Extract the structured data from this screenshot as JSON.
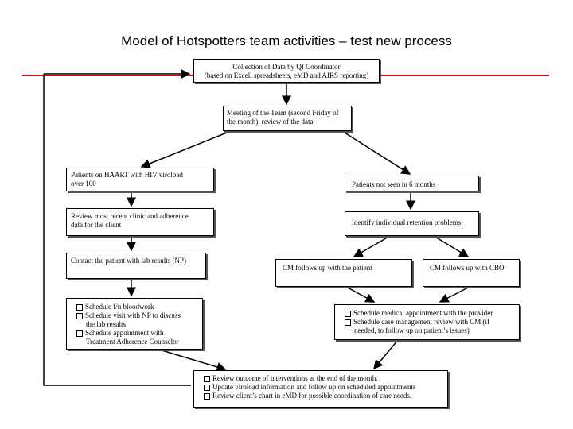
{
  "title": "Model of Hotspotters team activities – test new process",
  "colors": {
    "accent_line": "#c0151b",
    "stroke": "#000000"
  },
  "nodes": {
    "collection": {
      "line1": "Collection of Data by QI Coordinator",
      "line2": "(based on Excell spreadsheets, eMD and AIRS reporting)"
    },
    "meeting": {
      "line1": "Meeting of the Team (second Friday of",
      "line2": "the month), review of the data"
    },
    "haart": {
      "line1": "Patients on HAART with HIV viroload",
      "line2": "over 100"
    },
    "not_seen": {
      "line1": "Patients not seen in 6 months"
    },
    "review_recent": {
      "line1": "Review most recent clinic and adherence",
      "line2": "data for the client"
    },
    "identify": {
      "line1": "Identify individual retention problems"
    },
    "contact": {
      "line1": "Contact the patient with lab results (NP)"
    },
    "cm_patient": {
      "line1": "CM follows up with the patient"
    },
    "cm_cbo": {
      "line1": "CM follows up with CBO"
    },
    "schedule_left": {
      "items": [
        "Schedule f/u bloodwork",
        "Schedule visit with NP to discuss",
        "the lab results",
        "Schedule appointment with",
        "Treatment Adherence Counselor"
      ]
    },
    "schedule_right": {
      "items": [
        "Schedule medical appointment with the provider",
        "Schedule case management review with CM (if",
        "needed, to follow up on patient’s issues)"
      ]
    },
    "review_outcome": {
      "items": [
        "Review outcome of interventions at the end of the month.",
        "Update viroload information and follow up on scheduled appointments",
        "Review client’s chart in eMD for possible coordination of care needs."
      ]
    }
  }
}
